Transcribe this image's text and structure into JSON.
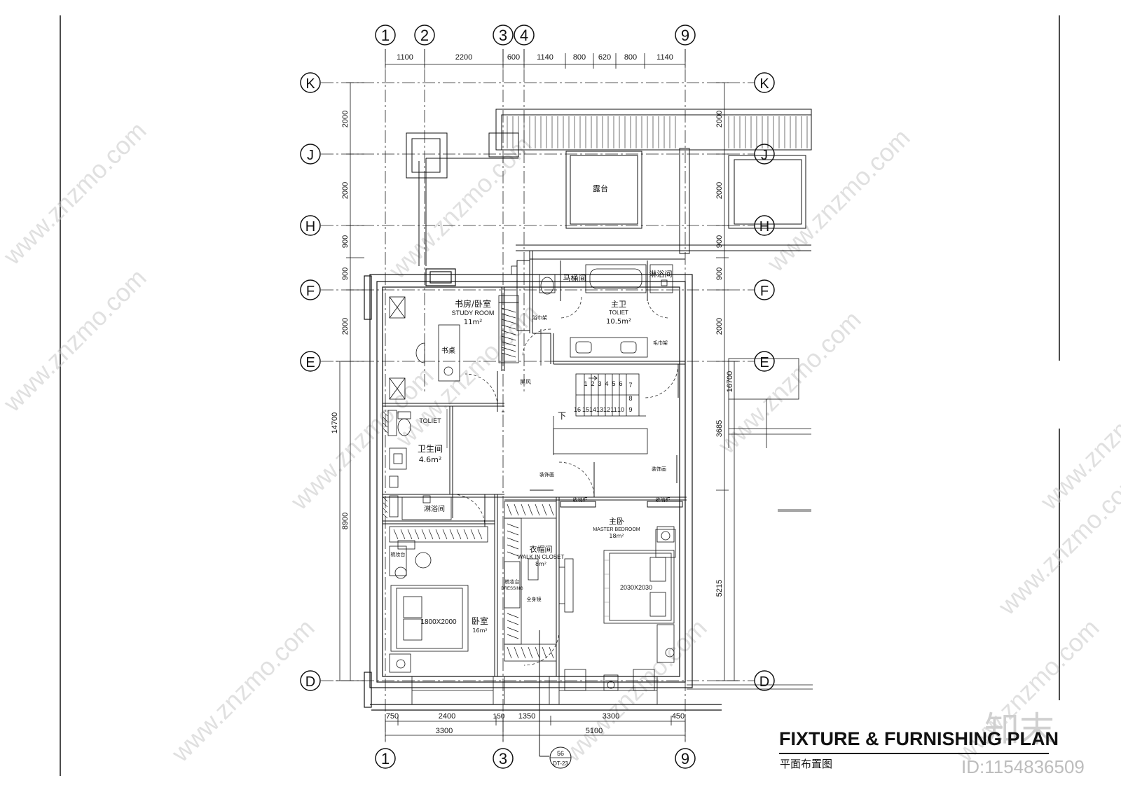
{
  "grid": {
    "columns_top": [
      "1",
      "2",
      "3",
      "4",
      "9"
    ],
    "columns_bottom": [
      "1",
      "3",
      "9"
    ],
    "rows": [
      "K",
      "J",
      "H",
      "F",
      "E",
      "D"
    ]
  },
  "dims": {
    "top": [
      "1100",
      "2200",
      "600",
      "1140",
      "800",
      "620",
      "800",
      "1140"
    ],
    "bottom_inner": [
      "750",
      "2400",
      "150",
      "1350",
      "3300",
      "450"
    ],
    "bottom_outer": [
      "3300",
      "5100"
    ],
    "left": [
      "2000",
      "2000",
      "900",
      "900",
      "2000",
      "14700",
      "8900"
    ],
    "right": [
      "2000",
      "2000",
      "900",
      "900",
      "2000",
      "16700",
      "3685",
      "5215"
    ]
  },
  "rooms": {
    "terrace": "露台",
    "study_cn": "书房/卧室",
    "study_en": "STUDY ROOM",
    "study_area": "11m²",
    "desk": "书桌",
    "wc_room": "马桶间",
    "shower_room": "淋浴间",
    "master_bath_cn": "主卫",
    "master_bath_en": "TOLIET",
    "master_bath_area": "10.5m²",
    "towel_rack_1": "浴巾架",
    "towel_rack_2": "毛巾架",
    "screen": "屏风",
    "stair_down": "下",
    "toilet_en": "TOLIET",
    "toilet_cn": "卫生间",
    "toilet_area": "4.6m²",
    "toilet_shower": "淋浴间",
    "deco_1": "装饰画",
    "deco_2": "装饰画",
    "storage_1": "收纳柜",
    "storage_2": "收纳柜",
    "master_cn": "主卧",
    "master_en": "MASTER BEDROOM",
    "master_area": "18m²",
    "closet_cn": "衣帽间",
    "closet_en": "WALK IN CLOSET",
    "closet_area": "8m²",
    "dressing_cn": "梳妆台",
    "dressing_en": "DRESSING",
    "mirror": "全身镜",
    "vanity": "梳妆台",
    "bed_master": "2030X2030",
    "bed_small": "1800X2000",
    "bedroom_cn": "卧室",
    "bedroom_area": "16m²"
  },
  "stairs": [
    "1",
    "2",
    "3",
    "4",
    "5",
    "6",
    "7",
    "8",
    "9",
    "10",
    "11",
    "12",
    "13",
    "14",
    "15",
    "16"
  ],
  "section_mark": {
    "number": "56",
    "sheet": "DT-23"
  },
  "title": "FIXTURE & FURNISHING PLAN",
  "subtitle": "平面布置图",
  "watermark": "www.znzmo.com",
  "logo_text": "知末",
  "image_id": "ID:1154836509"
}
